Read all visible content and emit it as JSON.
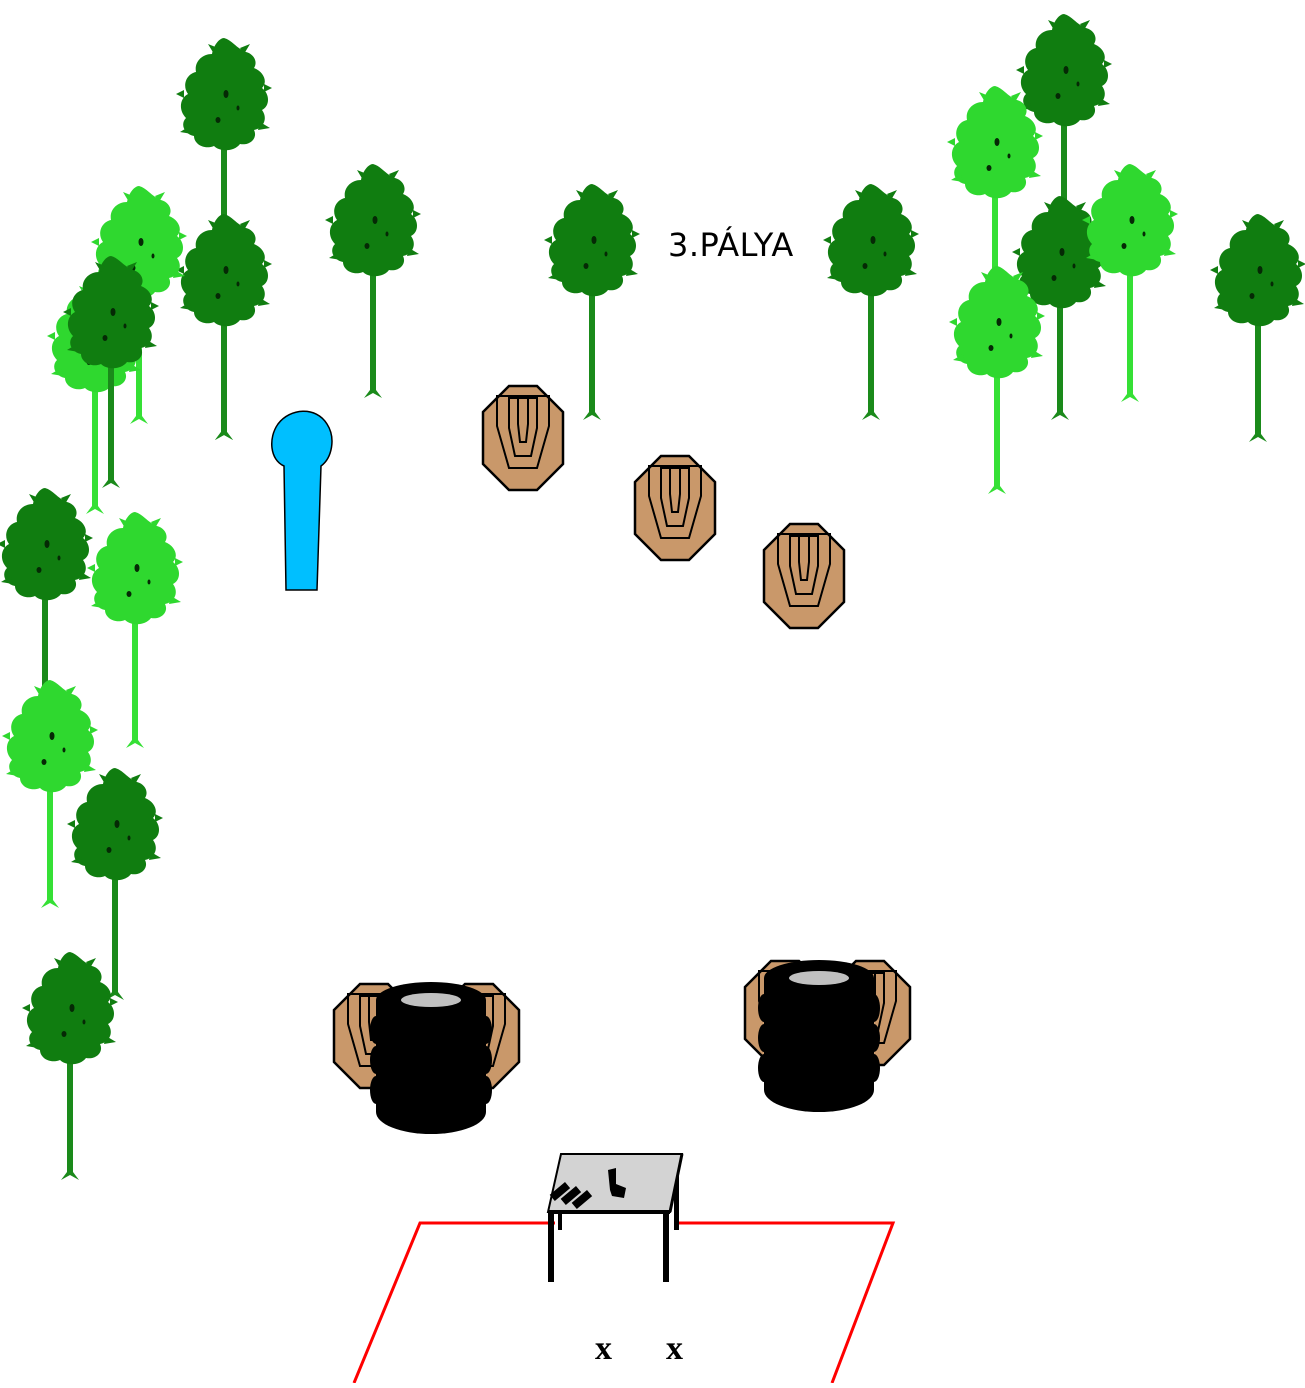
{
  "title": "3.PÁLYA",
  "markers": [
    "x",
    "x"
  ],
  "colors": {
    "background": "#ffffff",
    "tree_dark": "#107d10",
    "tree_light": "#2fd82f",
    "trunk_dark": "#1a8a1a",
    "trunk_light": "#35e035",
    "steel_target": "#c9986a",
    "popper": "#00bfff",
    "tire": "#000000",
    "tire_rim": "#c0c0c0",
    "table_top": "#d3d3d3",
    "shooting_box": "#ff0000"
  },
  "icons": {
    "trees": "tree-icon",
    "steel_targets": "steel-plate-icon",
    "popper": "popper-target-icon",
    "tire_stacks": "tire-barricade-icon",
    "table": "loading-table-icon",
    "pistol": "pistol-icon",
    "magazines": "magazine-icon"
  }
}
